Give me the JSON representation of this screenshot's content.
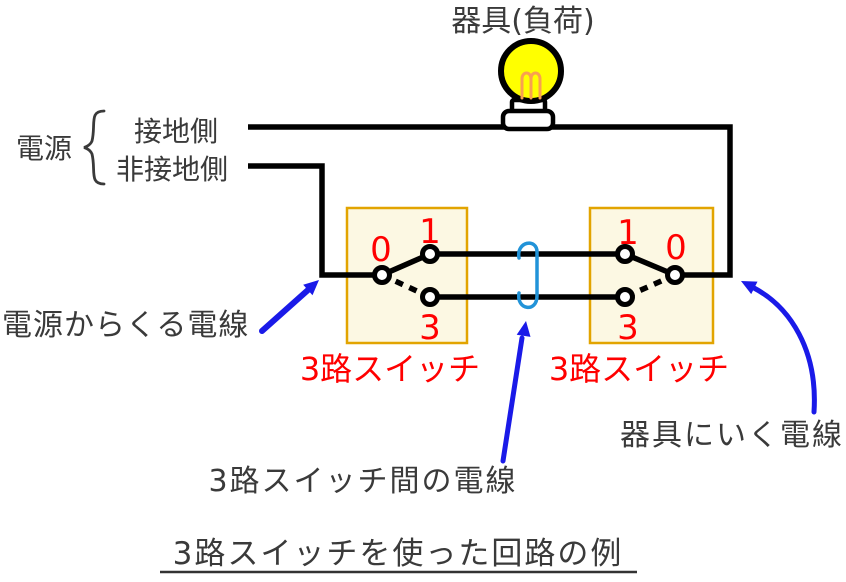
{
  "title": "器具(負荷)",
  "power": {
    "label": "電源",
    "grounded": "接地側",
    "ungrounded": "非接地側"
  },
  "switches": {
    "left": {
      "label": "3路スイッチ",
      "t0": "0",
      "t1": "1",
      "t3": "3"
    },
    "right": {
      "label": "3路スイッチ",
      "t0": "0",
      "t1": "1",
      "t3": "3"
    }
  },
  "annotations": {
    "from_power": "電源からくる電線",
    "between": "3路スイッチ間の電線",
    "to_fixture": "器具にいく電線"
  },
  "caption": "3路スイッチを使った回路の例",
  "colors": {
    "wire": "#000000",
    "red_label": "#ff0000",
    "blue_arrow": "#1a1ae8",
    "cable_marker": "#2293d8",
    "switch_box_fill": "#fcf8e3",
    "switch_box_border": "#e2a400",
    "bulb_fill": "#ffff00",
    "filament": "#f9a050",
    "text": "#3a3a3a"
  }
}
